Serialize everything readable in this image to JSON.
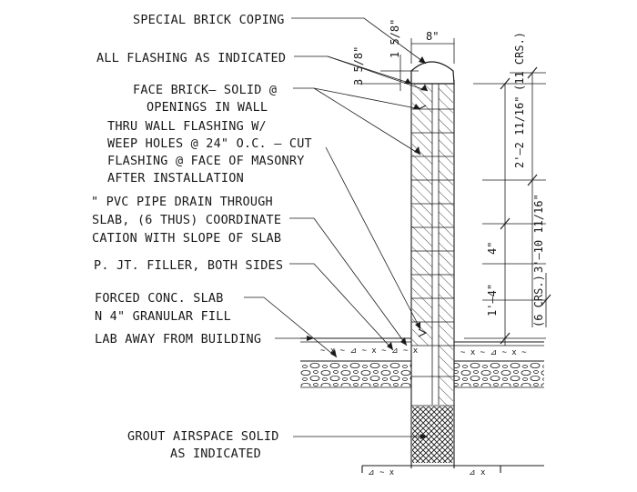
{
  "callouts": {
    "coping": "SPECIAL BRICK COPING",
    "flashing": "ALL FLASHING AS INDICATED",
    "face_brick_1": "FACE BRICK– SOLID @",
    "face_brick_2": "OPENINGS IN WALL",
    "thru_wall_1": "THRU WALL FLASHING W/",
    "thru_wall_2": "WEEP HOLES @ 24\" O.C. – CUT",
    "thru_wall_3": "FLASHING @ FACE OF MASONRY",
    "thru_wall_4": "AFTER INSTALLATION",
    "pvc_1": "\" PVC PIPE DRAIN THROUGH",
    "pvc_2": "SLAB, (6 THUS) COORDINATE",
    "pvc_3": "CATION WITH SLOPE OF SLAB",
    "filler": "P. JT. FILLER, BOTH SIDES",
    "slab_1": "FORCED CONC. SLAB",
    "slab_2": "N 4\" GRANULAR FILL",
    "slab_3": "LAB AWAY FROM BUILDING",
    "grout_1": "GROUT AIRSPACE SOLID",
    "grout_2": "AS INDICATED"
  },
  "dimensions": {
    "width_8": "8\"",
    "d_1_5_8": "1 5/8\"",
    "d_3_5_8": "3 5/8\"",
    "d_2_2_11_16": "2'–2 11/16\"",
    "d_11_crs": "(11 CRS.)",
    "d_3_10_11_16": "3'–10 11/16\"",
    "d_6_crs": "(6 CRS.)",
    "d_4": "4\"",
    "d_1_4": "1'–4\""
  }
}
